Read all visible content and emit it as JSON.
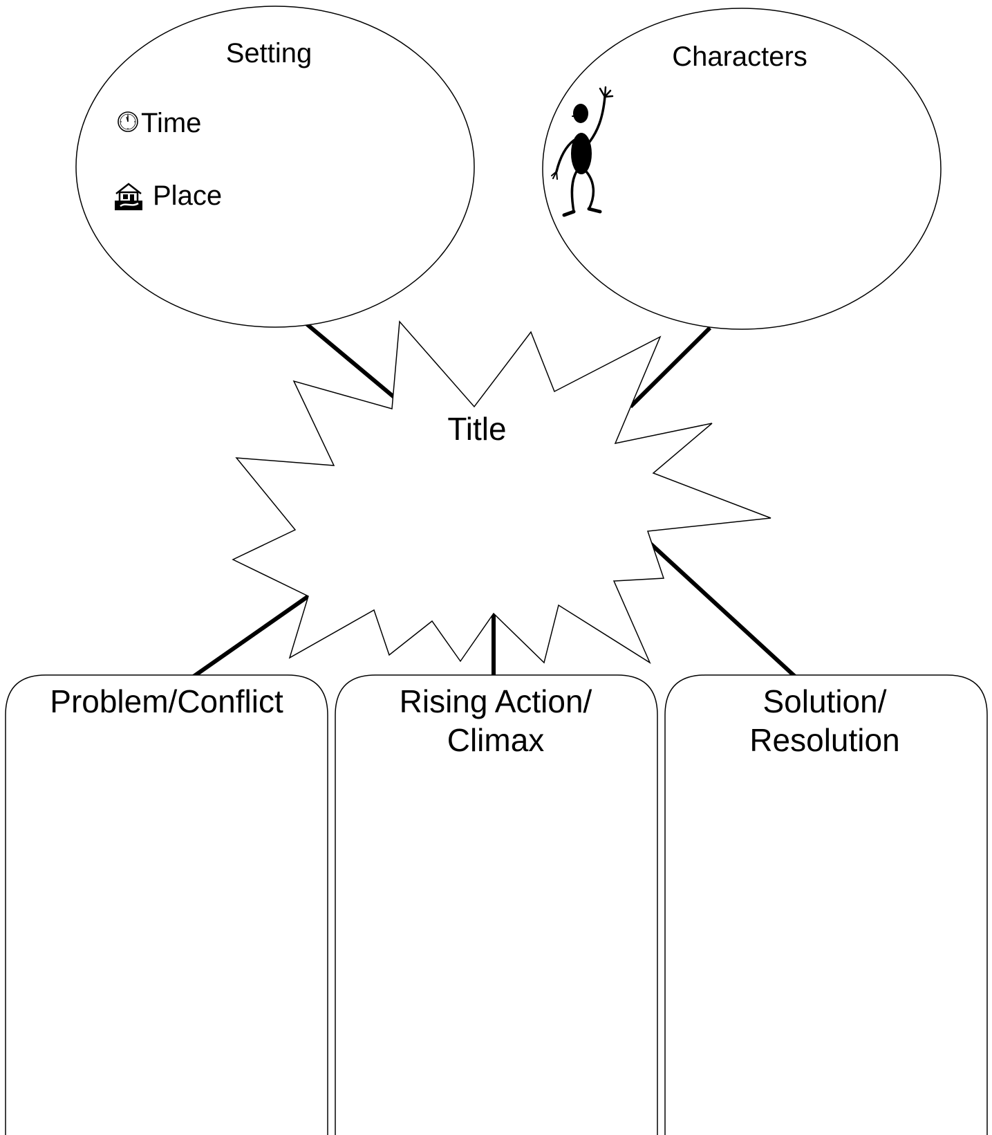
{
  "diagram": {
    "setting": {
      "label": "Setting",
      "time_label": "Time",
      "time_icon": "clock-icon",
      "place_label": "Place",
      "place_icon": "house-icon"
    },
    "characters": {
      "label": "Characters",
      "figure_icon": "waving-stick-figure-icon"
    },
    "title": {
      "label": "Title"
    },
    "boxes": {
      "problem": {
        "label": "Problem/Conflict"
      },
      "rising": {
        "line1": "Rising Action/",
        "line2": "Climax"
      },
      "solution": {
        "line1": "Solution/",
        "line2": "Resolution"
      }
    },
    "colors": {
      "stroke": "#000000",
      "fill": "#ffffff"
    }
  }
}
